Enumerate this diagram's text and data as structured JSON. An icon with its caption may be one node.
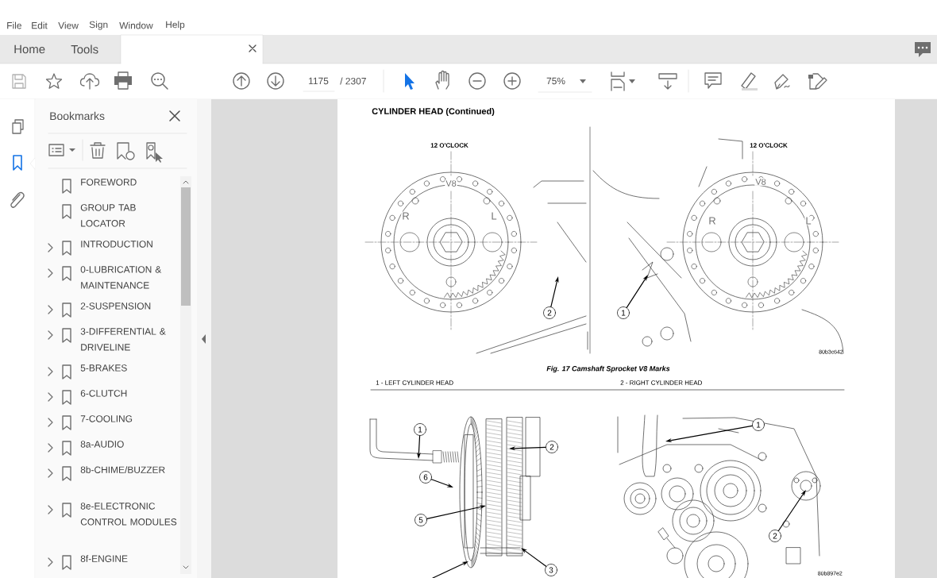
{
  "diagram": {
    "nodes": [
      {
        "text": [
          "2"
        ]
      },
      {
        "text": [
          "1"
        ]
      },
      {
        "text": [
          "1"
        ]
      },
      {
        "text": [
          "2"
        ]
      },
      {
        "text": [
          "6"
        ]
      },
      {
        "text": [
          "5"
        ]
      },
      {
        "text": [
          "3"
        ]
      },
      {
        "text": [
          "1"
        ]
      },
      {
        "text": [
          "2"
        ]
      }
    ],
    "edges": [
      {
        "from": 0,
        "to": null,
        "arrow": "to"
      },
      {
        "from": 1,
        "to": null,
        "arrow": "to"
      },
      {
        "from": 2,
        "to": null,
        "arrow": "to"
      },
      {
        "from": 3,
        "to": null,
        "arrow": "to"
      },
      {
        "from": 4,
        "to": null,
        "arrow": "to"
      },
      {
        "from": 5,
        "to": null,
        "arrow": "to"
      },
      {
        "from": 6,
        "to": null,
        "arrow": "to"
      },
      {
        "from": 7,
        "to": null,
        "arrow": "to"
      },
      {
        "from": 8,
        "to": null,
        "arrow": "to"
      }
    ],
    "labels": [
      "File",
      "Edit",
      "View",
      "Sign",
      "Window",
      "Help",
      "Home",
      "Tools",
      "1175",
      "/ 2307",
      "75%",
      "Bookmarks",
      "FOREWORD",
      "GROUP TAB LOCATOR",
      "INTRODUCTION",
      "0-LUBRICATION & MAINTENANCE",
      "2-SUSPENSION",
      "3-DIFFERENTIAL & DRIVELINE",
      "5-BRAKES",
      "6-CLUTCH",
      "7-COOLING",
      "8a-AUDIO",
      "8b-CHIME/BUZZER",
      "8e-ELECTRONIC CONTROL MODULES",
      "8f-ENGINE",
      "CYLINDER HEAD (Continued)",
      "12 O'CLOCK",
      "V8",
      "R",
      "L",
      "12 O'CLOCK",
      "V8",
      "R",
      "L",
      "80b3c642",
      "Fig. 17 Camshaft Sprocket V8 Marks",
      "1 - LEFT CYLINDER HEAD",
      "2 - RIGHT CYLINDER HEAD",
      "80b897e2"
    ]
  }
}
